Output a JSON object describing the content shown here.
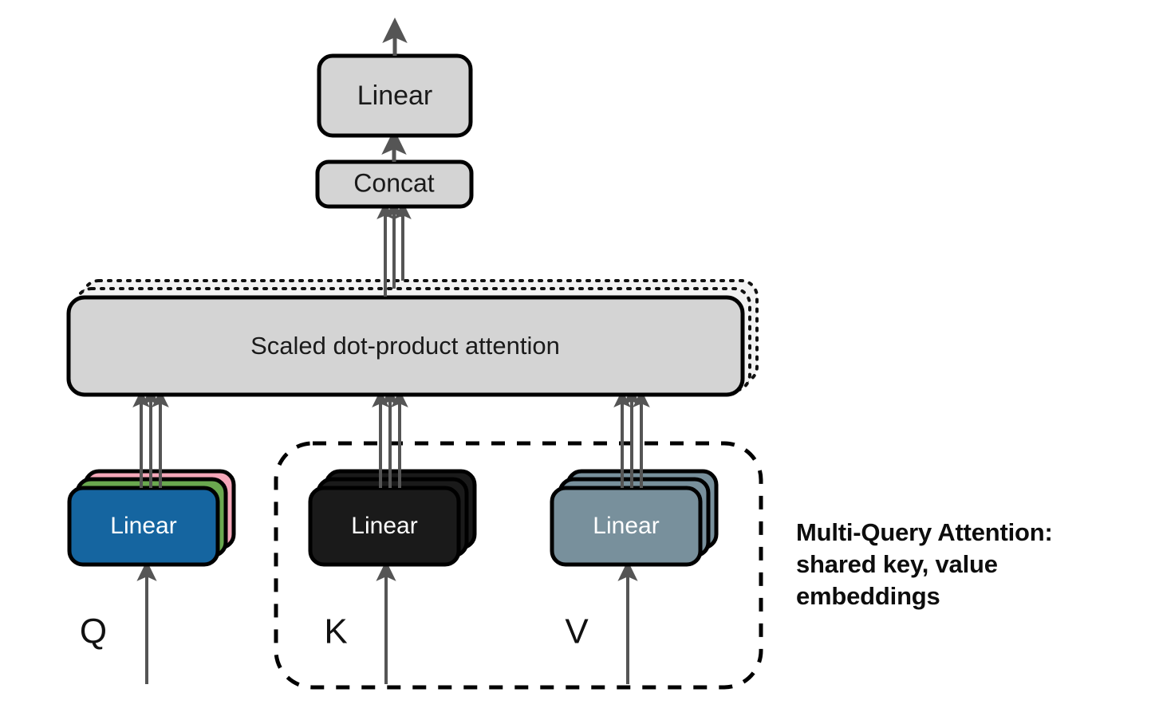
{
  "figure": {
    "title": "Multi-Query Attention architecture diagram",
    "background": "#ffffff"
  },
  "palette": {
    "gray_fill": "#d4d4d4",
    "stroke": "#000000",
    "arrow": "#555555",
    "query_front": "#1565a0",
    "query_mid": "#6aa84f",
    "query_back": "#f4a7b9",
    "key_fill": "#1a1a1a",
    "value_fill": "#78909c",
    "dotted_stack": "#f2f2f2",
    "text_dark": "#111111",
    "text_light": "#ffffff"
  },
  "nodes": {
    "output_linear": {
      "label": "Linear",
      "fill": "#d4d4d4",
      "text_color": "#1a1a1a",
      "font_size": 34
    },
    "concat": {
      "label": "Concat",
      "fill": "#d4d4d4",
      "text_color": "#1a1a1a",
      "font_size": 32
    },
    "attention": {
      "label": "Scaled dot-product attention",
      "fill": "#d4d4d4",
      "text_color": "#1a1a1a",
      "font_size": 31,
      "stack_copies": 2,
      "stack_style": "dotted"
    },
    "query_linear": {
      "label": "Linear",
      "fill": "#1565a0",
      "text_color": "#ffffff",
      "font_size": 30,
      "stack_copies": 3,
      "stack_colors": [
        "#f4a7b9",
        "#6aa84f",
        "#1565a0"
      ]
    },
    "key_linear": {
      "label": "Linear",
      "fill": "#1a1a1a",
      "text_color": "#ffffff",
      "font_size": 30,
      "stack_copies": 3,
      "stack_colors": [
        "#1a1a1a",
        "#1a1a1a",
        "#1a1a1a"
      ]
    },
    "value_linear": {
      "label": "Linear",
      "fill": "#78909c",
      "text_color": "#ffffff",
      "font_size": 30,
      "stack_copies": 3,
      "stack_colors": [
        "#78909c",
        "#78909c",
        "#78909c"
      ]
    }
  },
  "inputs": [
    {
      "name": "query",
      "label": "Q"
    },
    {
      "name": "key",
      "label": "K"
    },
    {
      "name": "value",
      "label": "V"
    }
  ],
  "grouping": {
    "shared_kv_box": {
      "style": "dashed",
      "encloses": [
        "K",
        "V"
      ]
    }
  },
  "annotation": {
    "text": "Multi-Query Attention:\nshared key, value\nembeddings",
    "line1": "Multi-Query Attention:",
    "line2": "shared key, value",
    "line3": "embeddings",
    "color": "#0d0d0d",
    "bold": true
  },
  "edges": {
    "q_to_attention_count": 3,
    "k_to_attention_count": 3,
    "v_to_attention_count": 3,
    "attention_to_concat_count": 3,
    "concat_to_linear_count": 1,
    "linear_to_output_count": 1,
    "input_to_linear_count": 1
  }
}
